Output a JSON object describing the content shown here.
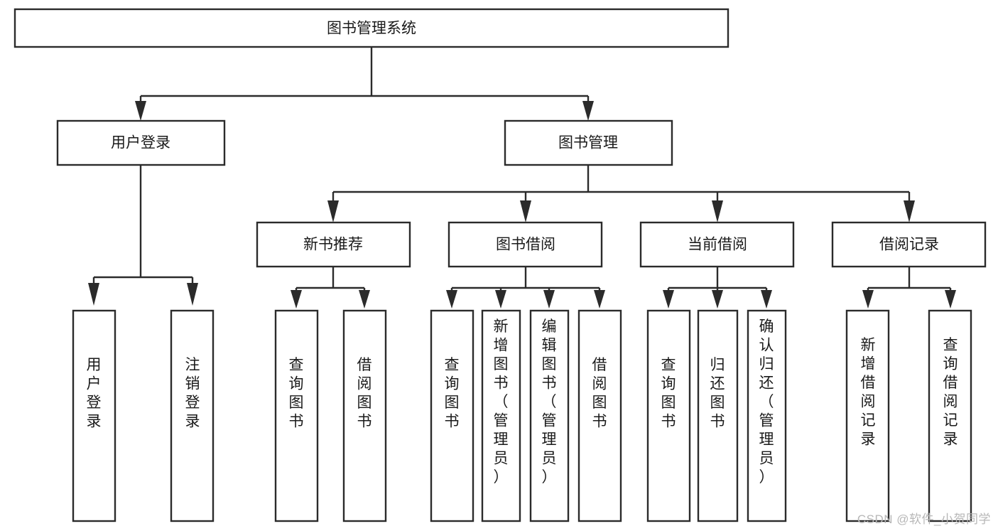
{
  "diagram": {
    "type": "tree-hierarchy-flowchart",
    "title": "图书管理系统",
    "watermark": "CSDN @软件_小贺同学",
    "colors": {
      "background": "#ffffff",
      "stroke": "#2b2b2b",
      "text": "#1a1a1a",
      "watermark": "#b7b7b7"
    },
    "nodes": {
      "root": {
        "label": "图书管理系统",
        "orientation": "horizontal"
      },
      "level1": [
        {
          "id": "user-login",
          "label": "用户登录",
          "orientation": "horizontal"
        },
        {
          "id": "book-management",
          "label": "图书管理",
          "orientation": "horizontal"
        }
      ],
      "level2": [
        {
          "id": "new-book-recommend",
          "label": "新书推荐",
          "orientation": "horizontal",
          "parent": "book-management"
        },
        {
          "id": "book-borrow",
          "label": "图书借阅",
          "orientation": "horizontal",
          "parent": "book-management"
        },
        {
          "id": "current-borrow",
          "label": "当前借阅",
          "orientation": "horizontal",
          "parent": "book-management"
        },
        {
          "id": "borrow-record",
          "label": "借阅记录",
          "orientation": "horizontal",
          "parent": "book-management"
        }
      ],
      "leaves": [
        {
          "id": "leaf-user-login",
          "label": "用户登录",
          "parent": "user-login",
          "orientation": "vertical",
          "align": "bottom"
        },
        {
          "id": "leaf-logout-login",
          "label": "注销登录",
          "parent": "user-login",
          "orientation": "vertical",
          "align": "bottom"
        },
        {
          "id": "leaf-query-book-1",
          "label": "查询图书",
          "parent": "new-book-recommend",
          "orientation": "vertical",
          "align": "middle"
        },
        {
          "id": "leaf-borrow-book-1",
          "label": "借阅图书",
          "parent": "new-book-recommend",
          "orientation": "vertical",
          "align": "middle"
        },
        {
          "id": "leaf-query-book-2",
          "label": "查询图书",
          "parent": "book-borrow",
          "orientation": "vertical",
          "align": "middle"
        },
        {
          "id": "leaf-add-book-admin",
          "label": "新增图书（管理员）",
          "parent": "book-borrow",
          "orientation": "vertical",
          "align": "top"
        },
        {
          "id": "leaf-edit-book-admin",
          "label": "编辑图书（管理员）",
          "parent": "book-borrow",
          "orientation": "vertical",
          "align": "top"
        },
        {
          "id": "leaf-borrow-book-2",
          "label": "借阅图书",
          "parent": "book-borrow",
          "orientation": "vertical",
          "align": "middle"
        },
        {
          "id": "leaf-query-book-3",
          "label": "查询图书",
          "parent": "current-borrow",
          "orientation": "vertical",
          "align": "middle"
        },
        {
          "id": "leaf-return-book",
          "label": "归还图书",
          "parent": "current-borrow",
          "orientation": "vertical",
          "align": "middle"
        },
        {
          "id": "leaf-confirm-return-admin",
          "label": "确认归还（管理员）",
          "parent": "current-borrow",
          "orientation": "vertical",
          "align": "top"
        },
        {
          "id": "leaf-add-borrow-record",
          "label": "新增借阅记录",
          "parent": "borrow-record",
          "orientation": "vertical",
          "align": "middle"
        },
        {
          "id": "leaf-query-borrow-record",
          "label": "查询借阅记录",
          "parent": "borrow-record",
          "orientation": "vertical",
          "align": "middle"
        }
      ]
    }
  }
}
